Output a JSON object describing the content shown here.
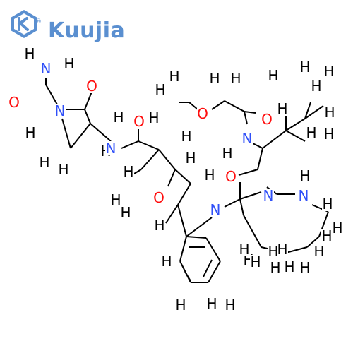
{
  "brand": {
    "name": "Kuujia",
    "registered_mark": "®",
    "logo_color": "#5a8fd0"
  },
  "colors": {
    "bond": "#000000",
    "H": "#000000",
    "C": "#000000",
    "N": "#3050f8",
    "O": "#ff0d0d"
  },
  "molecule": {
    "atoms": [
      {
        "id": 1,
        "el": "N"
      },
      {
        "id": 2,
        "el": "H"
      },
      {
        "id": 3,
        "el": "H"
      },
      {
        "id": 4,
        "el": "O"
      },
      {
        "id": 5,
        "el": "N"
      },
      {
        "id": 6,
        "el": "O"
      },
      {
        "id": 7,
        "el": "H"
      },
      {
        "id": 8,
        "el": "H"
      },
      {
        "id": 9,
        "el": "H"
      },
      {
        "id": 10,
        "el": "H"
      },
      {
        "id": 11,
        "el": "H"
      },
      {
        "id": 12,
        "el": "N"
      },
      {
        "id": 13,
        "el": "H"
      },
      {
        "id": 14,
        "el": "O"
      },
      {
        "id": 15,
        "el": "H"
      },
      {
        "id": 16,
        "el": "H"
      },
      {
        "id": 17,
        "el": "H"
      },
      {
        "id": 18,
        "el": "H"
      },
      {
        "id": 19,
        "el": "O"
      },
      {
        "id": 20,
        "el": "H"
      },
      {
        "id": 21,
        "el": "H"
      },
      {
        "id": 22,
        "el": "H"
      },
      {
        "id": 23,
        "el": "N"
      },
      {
        "id": 24,
        "el": "H"
      },
      {
        "id": 25,
        "el": "H"
      },
      {
        "id": 26,
        "el": "H"
      },
      {
        "id": 27,
        "el": "H"
      },
      {
        "id": 28,
        "el": "H"
      },
      {
        "id": 29,
        "el": "H"
      },
      {
        "id": 30,
        "el": "H"
      },
      {
        "id": 31,
        "el": "H"
      },
      {
        "id": 32,
        "el": "H"
      },
      {
        "id": 33,
        "el": "O"
      },
      {
        "id": 34,
        "el": "H"
      },
      {
        "id": 35,
        "el": "H"
      },
      {
        "id": 36,
        "el": "H"
      },
      {
        "id": 37,
        "el": "O"
      },
      {
        "id": 38,
        "el": "N"
      },
      {
        "id": 39,
        "el": "H"
      },
      {
        "id": 40,
        "el": "H"
      },
      {
        "id": 41,
        "el": "O"
      },
      {
        "id": 42,
        "el": "H"
      },
      {
        "id": 43,
        "el": "H"
      },
      {
        "id": 44,
        "el": "H"
      },
      {
        "id": 45,
        "el": "H"
      },
      {
        "id": 46,
        "el": "H"
      },
      {
        "id": 47,
        "el": "H"
      },
      {
        "id": 48,
        "el": "H"
      },
      {
        "id": 49,
        "el": "H"
      },
      {
        "id": 50,
        "el": "H"
      },
      {
        "id": 51,
        "el": "O"
      },
      {
        "id": 52,
        "el": "N"
      },
      {
        "id": 53,
        "el": "N"
      },
      {
        "id": 54,
        "el": "H"
      },
      {
        "id": 55,
        "el": "H"
      },
      {
        "id": 56,
        "el": "H"
      },
      {
        "id": 57,
        "el": "H"
      },
      {
        "id": 58,
        "el": "H"
      },
      {
        "id": 59,
        "el": "H"
      },
      {
        "id": 60,
        "el": "H"
      },
      {
        "id": 61,
        "el": "H"
      },
      {
        "id": 62,
        "el": "H"
      },
      {
        "id": 63,
        "el": "H"
      }
    ]
  }
}
